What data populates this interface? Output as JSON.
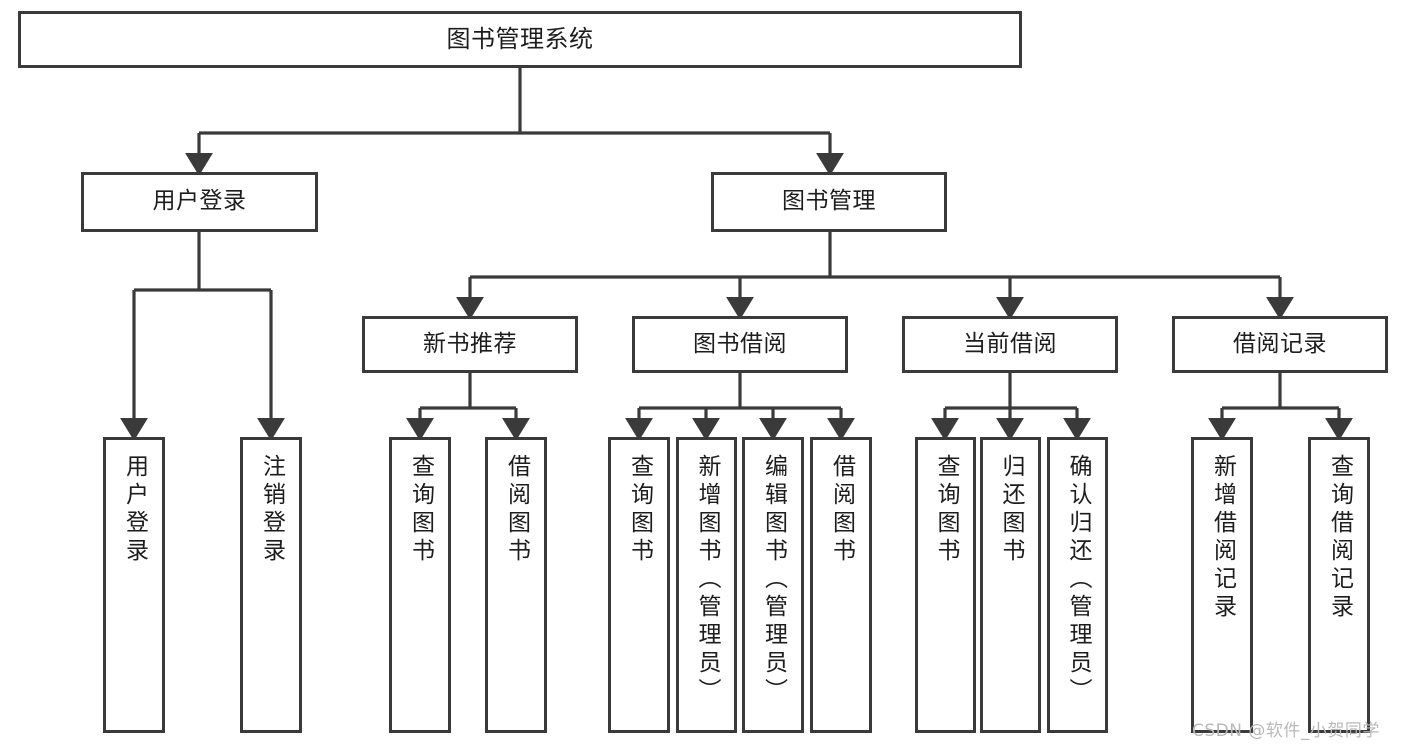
{
  "diagram": {
    "title": "图书管理系统",
    "type": "tree-hierarchy-diagram",
    "style": {
      "box_border_color": "#3a3a3a",
      "box_fill_color": "#ffffff",
      "edge_color": "#3a3a3a",
      "text_color": "#1d1d1d",
      "background": "#ffffff"
    },
    "levels": {
      "level0": [
        "图书管理系统"
      ],
      "level1": [
        "用户登录",
        "图书管理"
      ],
      "level2": [
        "新书推荐",
        "图书借阅",
        "当前借阅",
        "借阅记录"
      ],
      "level3": [
        "用户登录",
        "注销登录",
        "查询图书",
        "借阅图书",
        "查询图书",
        "新增图书（管理员）",
        "编辑图书（管理员）",
        "借阅图书",
        "查询图书",
        "归还图书",
        "确认归还（管理员）",
        "新增借阅记录",
        "查询借阅记录"
      ]
    },
    "nodes": {
      "root": {
        "label": "图书管理系统"
      },
      "user_login": {
        "label": "用户登录"
      },
      "book_manage": {
        "label": "图书管理"
      },
      "new_book_rec": {
        "label": "新书推荐"
      },
      "book_borrow": {
        "label": "图书借阅"
      },
      "current_borrow": {
        "label": "当前借阅"
      },
      "borrow_record": {
        "label": "借阅记录"
      },
      "leaf_user_login": {
        "label": "用户登录"
      },
      "leaf_logout": {
        "label": "注销登录"
      },
      "leaf_query_book_1": {
        "label": "查询图书"
      },
      "leaf_borrow_book_1": {
        "label": "借阅图书"
      },
      "leaf_query_book_2": {
        "label": "查询图书"
      },
      "leaf_add_book_admin": {
        "label": "新增图书（管理员）"
      },
      "leaf_edit_book_admin": {
        "label": "编辑图书（管理员）"
      },
      "leaf_borrow_book_2": {
        "label": "借阅图书"
      },
      "leaf_query_book_3": {
        "label": "查询图书"
      },
      "leaf_return_book": {
        "label": "归还图书"
      },
      "leaf_confirm_return_admin": {
        "label": "确认归还（管理员）"
      },
      "leaf_add_borrow_record": {
        "label": "新增借阅记录"
      },
      "leaf_query_borrow_record": {
        "label": "查询借阅记录"
      }
    },
    "watermark": "CSDN @软件_小贺同学"
  }
}
